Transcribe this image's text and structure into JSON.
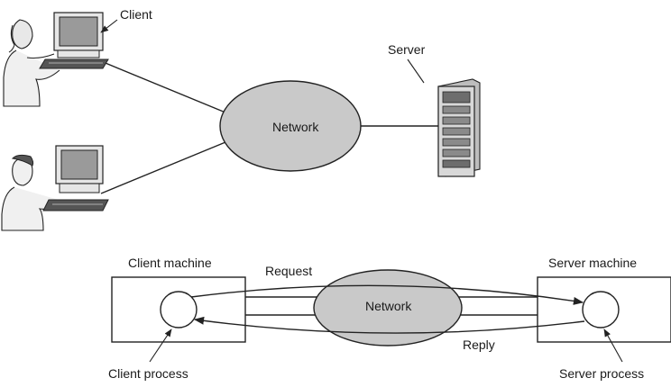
{
  "top_diagram": {
    "client_label": "Client",
    "server_label": "Server",
    "network_label": "Network"
  },
  "bottom_diagram": {
    "client_machine_label": "Client machine",
    "server_machine_label": "Server machine",
    "network_label": "Network",
    "request_label": "Request",
    "reply_label": "Reply",
    "client_process_label": "Client process",
    "server_process_label": "Server process"
  },
  "colors": {
    "network_fill": "#c9c9c9",
    "stroke": "#222222",
    "screen": "#9a9a9a",
    "server_body": "#d8d8d8"
  }
}
